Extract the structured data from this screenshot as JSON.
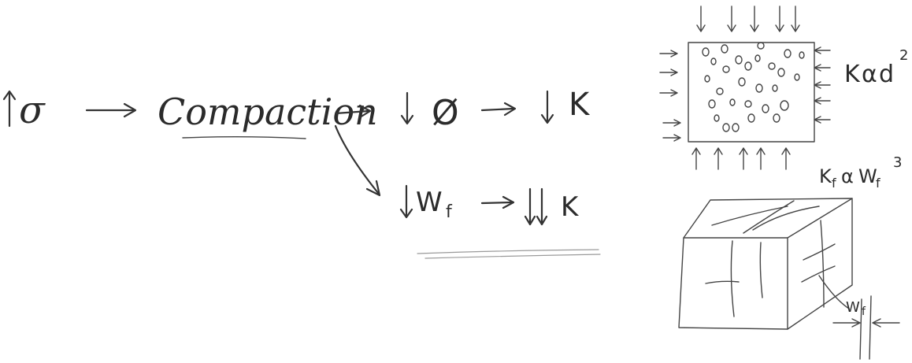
{
  "flow": {
    "sigma": "σ",
    "compaction": "Compaction",
    "porosity": "Ø",
    "permeability": "K",
    "fracture_width": "W",
    "fracture_width_sub": "f",
    "permeability_double": "K"
  },
  "matrix_block": {
    "relation_k": "K",
    "relation_alpha": "α",
    "relation_d": "d",
    "relation_exp": "2"
  },
  "fracture_block": {
    "relation_k": "K",
    "relation_k_sub": "f",
    "relation_alpha": "α",
    "relation_w": "W",
    "relation_w_sub": "f",
    "relation_exp": "3",
    "aperture_label": "W",
    "aperture_sub": "f"
  },
  "colors": {
    "ink": "#333333",
    "paper": "#ffffff"
  }
}
